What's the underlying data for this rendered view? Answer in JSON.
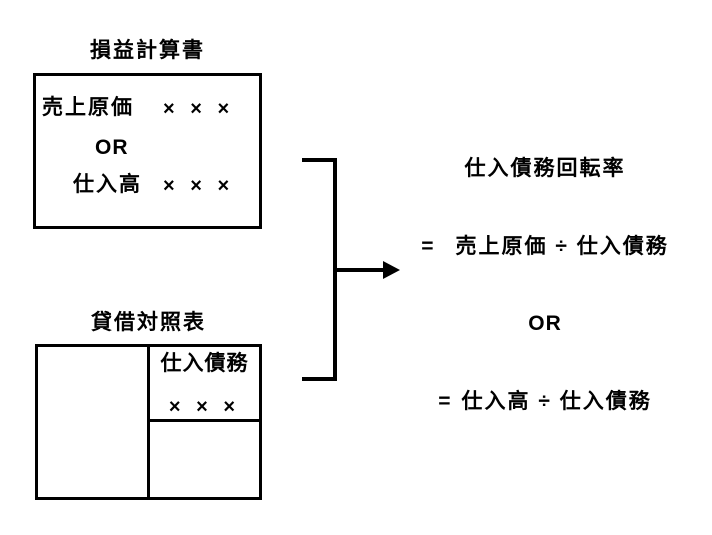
{
  "income_statement": {
    "title": "損益計算書",
    "cost_of_sales_label": "売上原価",
    "cost_of_sales_value": "× × ×",
    "or_label": "OR",
    "purchases_label": "仕入高",
    "purchases_value": "× × ×"
  },
  "balance_sheet": {
    "title": "貸借対照表",
    "accounts_payable_label": "仕入債務",
    "accounts_payable_value": "× × ×"
  },
  "formula": {
    "title": "仕入債務回転率",
    "line1_equals": "=",
    "line1_expression": "売上原価 ÷ 仕入債務",
    "or_label": "OR",
    "line2_equals": "=",
    "line2_expression": "仕入高 ÷ 仕入債務"
  },
  "colors": {
    "ink": "#000000",
    "background": "#ffffff"
  }
}
